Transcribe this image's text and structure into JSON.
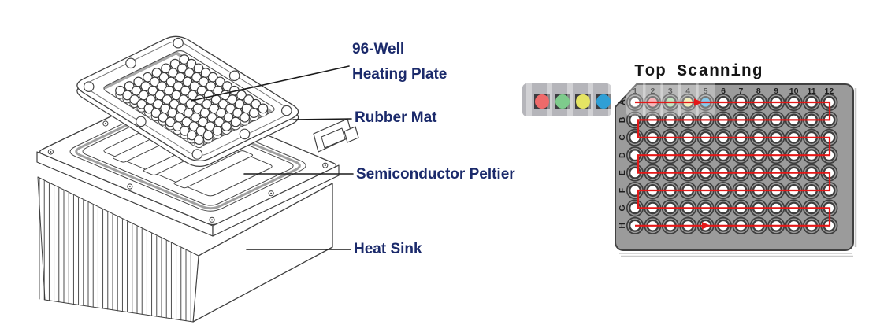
{
  "device": {
    "labels": {
      "heating_plate_line1": "96-Well",
      "heating_plate_line2": "Heating Plate",
      "rubber_mat": "Rubber Mat",
      "semiconductor_peltier": "Semiconductor Peltier",
      "heat_sink": "Heat Sink"
    },
    "label_color": "#1b2a6b"
  },
  "scanning": {
    "title": "Top Scanning",
    "columns": [
      "1",
      "2",
      "3",
      "4",
      "5",
      "6",
      "7",
      "8",
      "9",
      "10",
      "11",
      "12"
    ],
    "rows": [
      "A",
      "B",
      "C",
      "D",
      "E",
      "F",
      "G",
      "H"
    ],
    "plate_color": "#9b9b9b",
    "plate_border_color": "#414141",
    "path_color": "#e41818",
    "path_type": "serpentine",
    "path_start_well": "A1",
    "path_end_well": "H1",
    "colored_wells": [
      {
        "well": "A2",
        "color": "#f29a9f"
      },
      {
        "well": "A3",
        "color": "#a9dcaa"
      },
      {
        "well": "A4",
        "color": "#edeaa4"
      },
      {
        "well": "A5",
        "color": "#55b4e4"
      }
    ],
    "highlight_columns": [
      "1",
      "2",
      "3",
      "4",
      "5"
    ]
  },
  "tube_strip": {
    "colors": [
      "#ee6a6a",
      "#7ecb8c",
      "#e5e463",
      "#2f9fd6"
    ]
  }
}
